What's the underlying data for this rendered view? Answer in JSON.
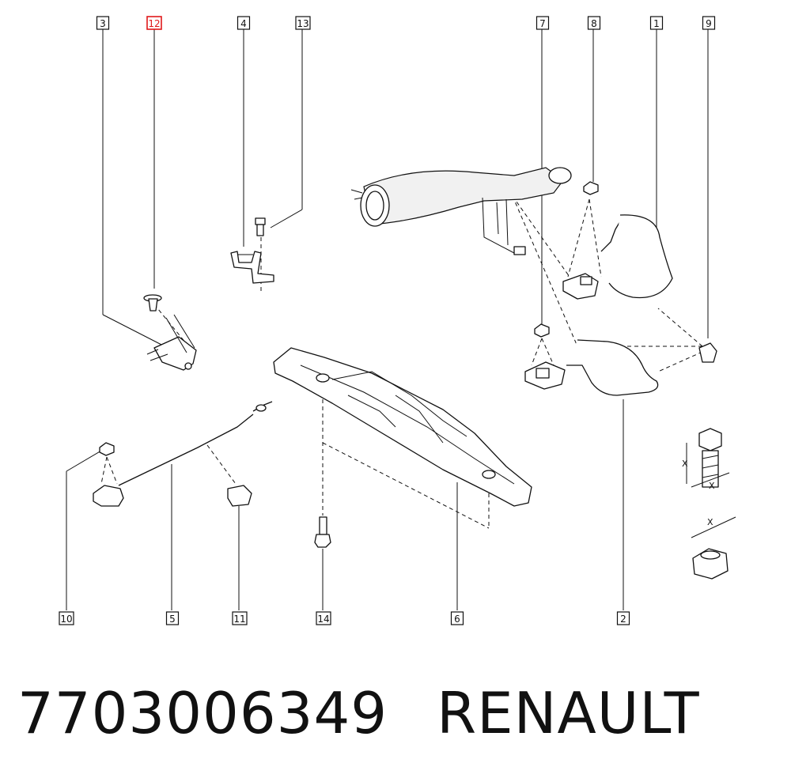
{
  "callouts": [
    {
      "id": "c3",
      "label": "3"
    },
    {
      "id": "c12",
      "label": "12",
      "highlight": true
    },
    {
      "id": "c4",
      "label": "4"
    },
    {
      "id": "c13",
      "label": "13"
    },
    {
      "id": "c7",
      "label": "7"
    },
    {
      "id": "c8",
      "label": "8"
    },
    {
      "id": "c1",
      "label": "1"
    },
    {
      "id": "c9",
      "label": "9"
    },
    {
      "id": "c10",
      "label": "10"
    },
    {
      "id": "c5",
      "label": "5"
    },
    {
      "id": "c11",
      "label": "11"
    },
    {
      "id": "c14",
      "label": "14"
    },
    {
      "id": "c6",
      "label": "6"
    },
    {
      "id": "c2",
      "label": "2"
    }
  ],
  "torque_symbols": {
    "bolt_labels": [
      "X",
      "X"
    ],
    "nut_label": "X"
  },
  "highlight_color": "#e0191b",
  "footer": {
    "part_number": "7703006349",
    "brand": "RENAULT"
  }
}
